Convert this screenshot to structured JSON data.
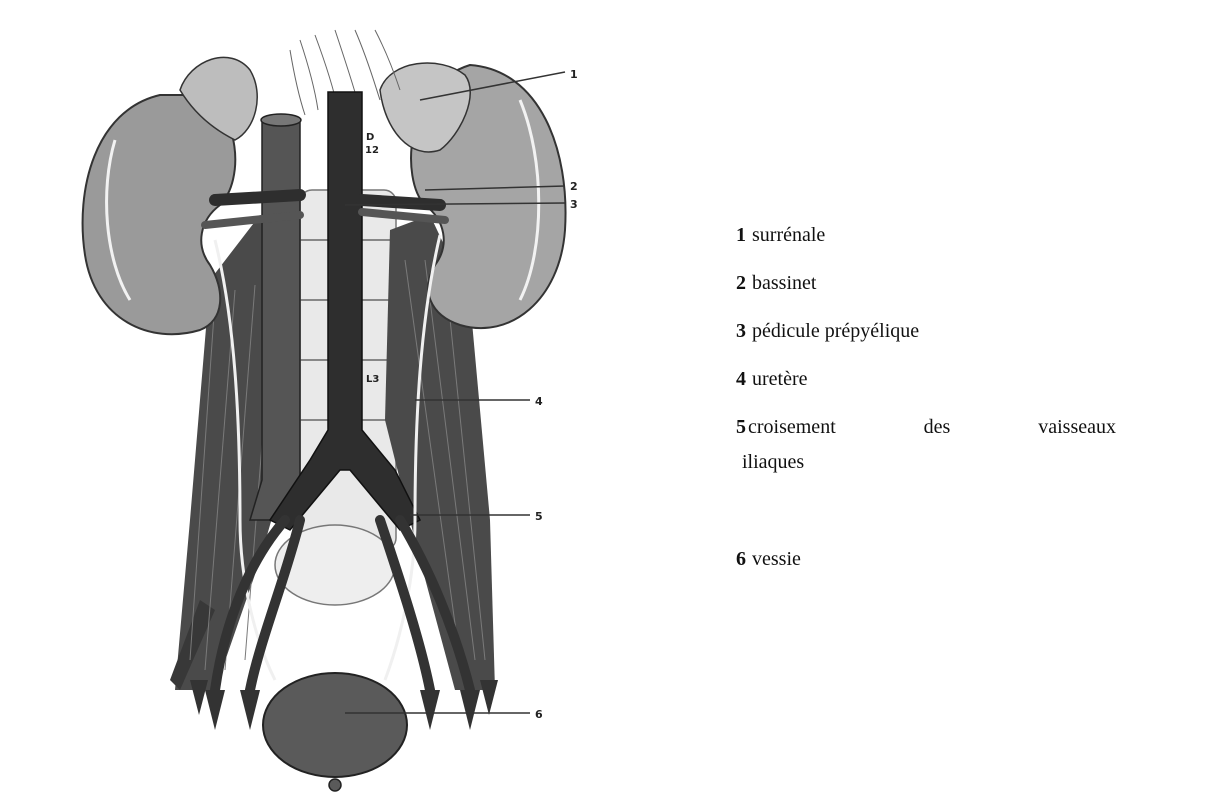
{
  "figure": {
    "callouts": [
      "1",
      "2",
      "3",
      "4",
      "5",
      "6"
    ],
    "inline_labels": [
      "D",
      "12",
      "L3"
    ]
  },
  "legend": [
    {
      "num": "1",
      "text": "surrénale"
    },
    {
      "num": "2",
      "text": "bassinet"
    },
    {
      "num": "3",
      "text": "pédicule prépyélique"
    },
    {
      "num": "4",
      "text": "uretère"
    },
    {
      "num": "5",
      "words": [
        "croisement",
        "des",
        "vaisseaux"
      ],
      "cont": "iliaques"
    },
    {
      "num": "6",
      "text": "vessie"
    }
  ],
  "colors": {
    "kidney": "#9a9a9a",
    "muscle": "#4a4a4a",
    "vessel": "#2e2e2e",
    "adrenal": "#bdbdbd",
    "bladder": "#5a5a5a"
  }
}
